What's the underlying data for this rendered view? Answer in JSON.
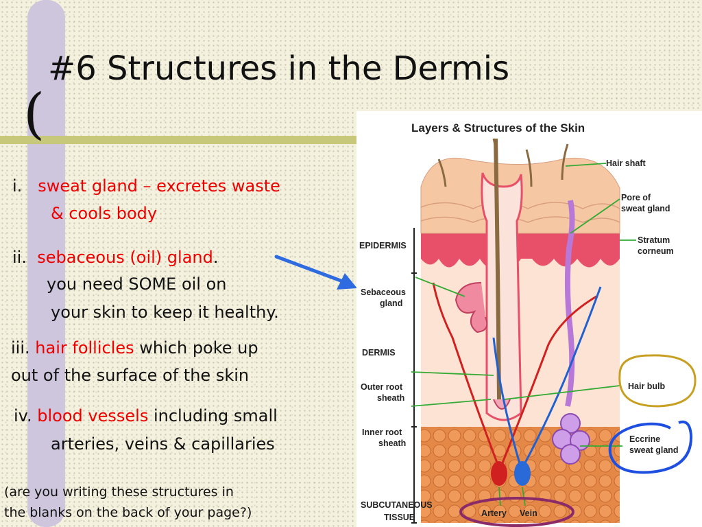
{
  "slide": {
    "title": "#6 Structures in the Dermis",
    "items": [
      {
        "num": "i.",
        "term": "sweat gland – excretes waste",
        "cont": "& cools body"
      },
      {
        "num": "ii.",
        "term": "sebaceous (oil) gland",
        "rest": ".",
        "line2": "you need SOME oil on",
        "line3": "your skin to keep it healthy."
      },
      {
        "num": "iii.",
        "term": "hair follicles",
        "rest": " which poke up",
        "line2": "out of the surface of the skin"
      },
      {
        "num": "iv.",
        "term": "blood vessels",
        "rest": " including small",
        "line2": "arteries, veins & capillaries"
      }
    ],
    "footer_line1": "(are you writing these structures in",
    "footer_line2": "the blanks on the back of your page?)"
  },
  "diagram": {
    "title": "Layers & Structures of the Skin",
    "labels": {
      "hair_shaft": "Hair shaft",
      "pore_1": "Pore of",
      "pore_2": "sweat gland",
      "stratum_1": "Stratum",
      "stratum_2": "corneum",
      "epidermis": "EPIDERMIS",
      "sebaceous_1": "Sebaceous",
      "sebaceous_2": "gland",
      "dermis": "DERMIS",
      "outer_1": "Outer root",
      "outer_2": "sheath",
      "inner_1": "Inner root",
      "inner_2": "sheath",
      "hair_bulb": "Hair bulb",
      "eccrine_1": "Eccrine",
      "eccrine_2": "sweat gland",
      "subcut_1": "SUBCUTANEOUS",
      "subcut_2": "TISSUE",
      "artery": "Artery",
      "vein": "Vein"
    }
  },
  "colors": {
    "emphasis": "#e00000",
    "arrow": "#2e6be0",
    "circle_gold": "#c7a022",
    "circle_blue": "#1f4fe0",
    "circle_purple": "#8a2a68",
    "leader_green": "#33aa33"
  }
}
